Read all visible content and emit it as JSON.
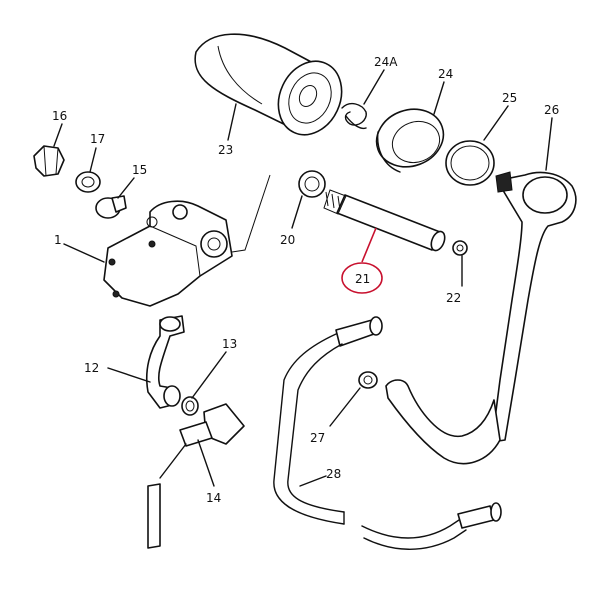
{
  "callouts": {
    "c1": "1",
    "c12": "12",
    "c13": "13",
    "c14": "14",
    "c15": "15",
    "c16": "16",
    "c17": "17",
    "c20": "20",
    "c21": "21",
    "c22": "22",
    "c23": "23",
    "c24": "24",
    "c24a": "24A",
    "c25": "25",
    "c26": "26",
    "c27": "27",
    "c28": "28"
  },
  "highlight": {
    "callout": "21",
    "color": "#c8102e"
  },
  "colors": {
    "ink": "#111111",
    "background": "#ffffff"
  }
}
